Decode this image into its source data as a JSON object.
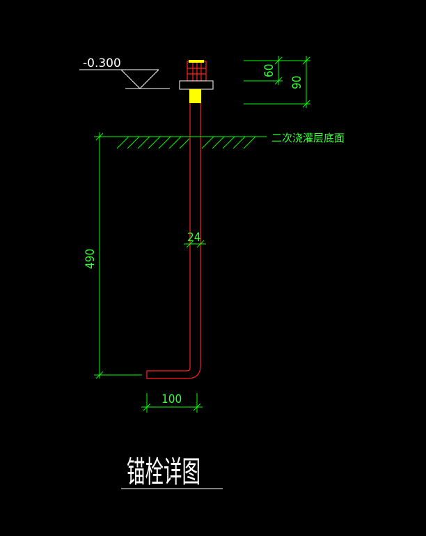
{
  "drawing": {
    "title": "锚栓详图",
    "elevation_label": "-0.300",
    "grout_layer_label": "二次浇灌层底面",
    "dimensions": {
      "nut_height": "60",
      "plate_to_top": "90",
      "embed_depth": "490",
      "bolt_diameter": "24",
      "hook_length": "100"
    },
    "colors": {
      "background": "#000000",
      "dimension": "#00ff00",
      "bolt": "#ff2020",
      "grout": "#ffff00",
      "plate": "#ffffff"
    }
  }
}
